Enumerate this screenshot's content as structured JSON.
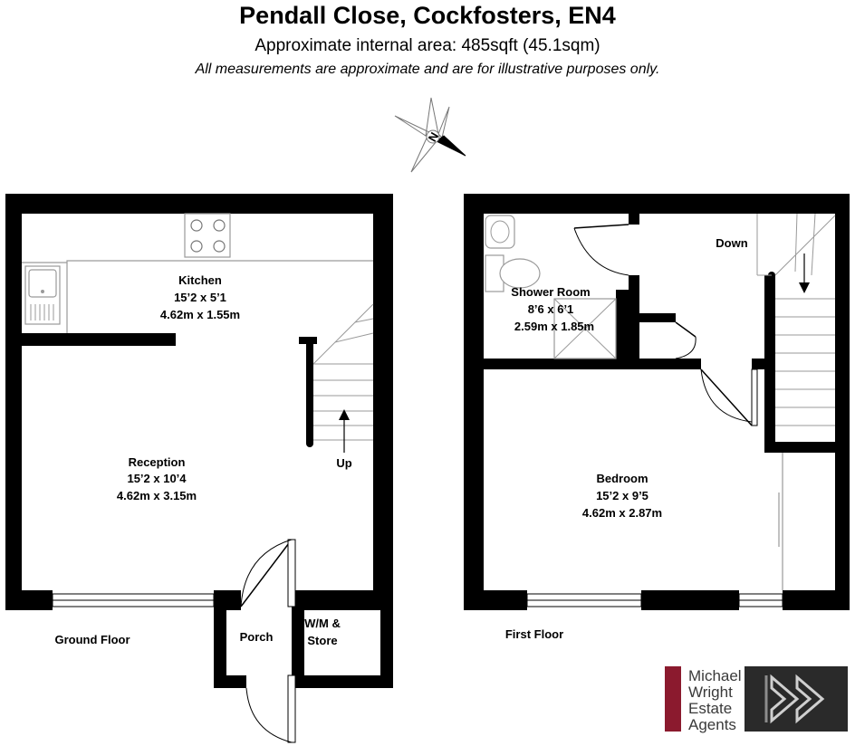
{
  "header": {
    "title": "Pendall Close, Cockfosters, EN4",
    "area": "Approximate internal area: 485sqft (45.1sqm)",
    "disclaimer": "All measurements are approximate and are for illustrative purposes only."
  },
  "compass": {
    "letter": "N"
  },
  "ground_floor": {
    "label": "Ground Floor",
    "kitchen": {
      "name": "Kitchen",
      "imperial": "15’2 x 5’1",
      "metric": "4.62m x 1.55m"
    },
    "reception": {
      "name": "Reception",
      "imperial": "15’2 x 10’4",
      "metric": "4.62m x 3.15m"
    },
    "stairs": "Up",
    "porch": "Porch",
    "store_line1": "W/M &",
    "store_line2": "Store"
  },
  "first_floor": {
    "label": "First Floor",
    "shower": {
      "name": "Shower Room",
      "imperial": "8’6 x 6’1",
      "metric": "2.59m x 1.85m"
    },
    "bedroom": {
      "name": "Bedroom",
      "imperial": "15’2 x 9’5",
      "metric": "4.62m x 2.87m"
    },
    "stairs": "Down"
  },
  "logo": {
    "line1": "Michael",
    "line2": "Wright",
    "line3": "Estate",
    "line4": "Agents",
    "brand_color": "#8b1a2e"
  },
  "colors": {
    "wall": "#000000",
    "fixture": "#9a9a9a"
  }
}
